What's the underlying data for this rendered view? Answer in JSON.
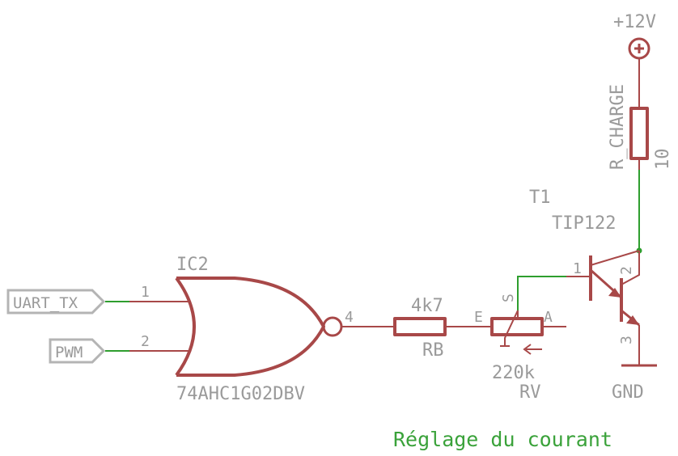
{
  "supply": {
    "label": "+12V"
  },
  "r_charge": {
    "name": "R_CHARGE",
    "value": "10"
  },
  "transistor": {
    "name": "T1",
    "part": "TIP122",
    "pins": {
      "base": "1",
      "collector": "2",
      "emitter": "3"
    }
  },
  "gnd": {
    "label": "GND"
  },
  "ic": {
    "name": "IC2",
    "part": "74AHC1G02DBV",
    "pins": {
      "in1": "1",
      "in2": "2",
      "out": "4"
    }
  },
  "ports": {
    "uart": "UART_TX",
    "pwm": "PWM"
  },
  "rb": {
    "name": "RB",
    "value": "4k7"
  },
  "pot": {
    "name": "RV",
    "value": "220k",
    "pins": {
      "e": "E",
      "s": "S",
      "a": "A"
    }
  },
  "caption": "Réglage du courant",
  "colors": {
    "wire_net": "#2e9e2e",
    "component": "#a84848",
    "label": "#9a9a9a",
    "caption": "#3aa23a",
    "port_outline": "#b4b4b4"
  }
}
